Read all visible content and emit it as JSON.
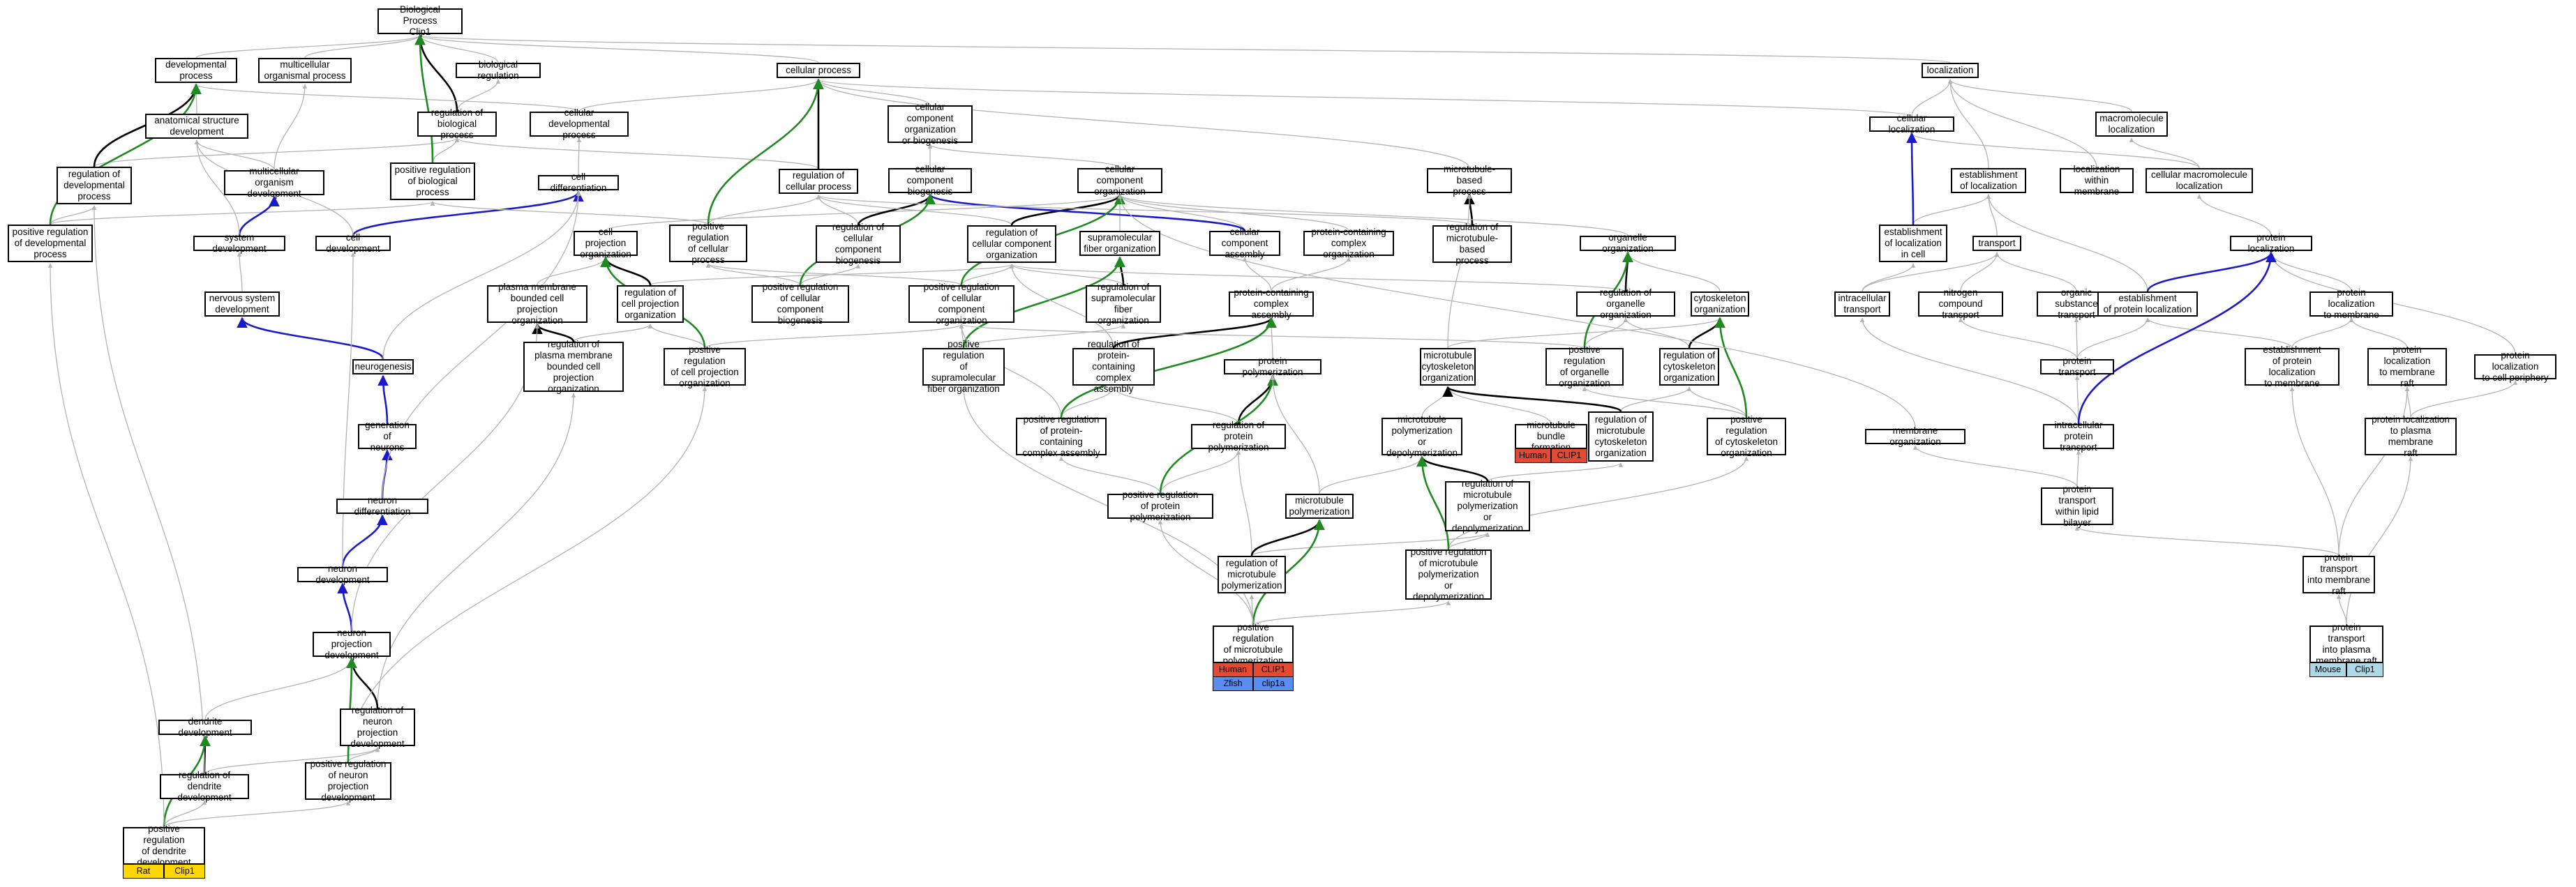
{
  "nodes": [
    {
      "id": "bp",
      "label": "Biological Process\nClip1"
    },
    {
      "id": "dev",
      "label": "developmental\nprocess"
    },
    {
      "id": "mop",
      "label": "multicellular\norganismal process"
    },
    {
      "id": "breg",
      "label": "biological regulation"
    },
    {
      "id": "cp",
      "label": "cellular process"
    },
    {
      "id": "loc",
      "label": "localization"
    },
    {
      "id": "asd",
      "label": "anatomical structure\ndevelopment"
    },
    {
      "id": "rbp",
      "label": "regulation of\nbiological process"
    },
    {
      "id": "cdp",
      "label": "cellular developmental\nprocess"
    },
    {
      "id": "ccob",
      "label": "cellular component\norganization\nor biogenesis"
    },
    {
      "id": "cloc",
      "label": "cellular localization"
    },
    {
      "id": "mml",
      "label": "macromolecule\nlocalization"
    },
    {
      "id": "rdp",
      "label": "regulation of\ndevelopmental\nprocess"
    },
    {
      "id": "mod",
      "label": "multicellular\norganism development"
    },
    {
      "id": "prbp",
      "label": "positive regulation\nof biological\nprocess"
    },
    {
      "id": "cdiff",
      "label": "cell differentiation"
    },
    {
      "id": "rcp",
      "label": "regulation of\ncellular process"
    },
    {
      "id": "ccb",
      "label": "cellular component\nbiogenesis"
    },
    {
      "id": "cco",
      "label": "cellular component\norganization"
    },
    {
      "id": "mtbp",
      "label": "microtubule-based\nprocess"
    },
    {
      "id": "eol",
      "label": "establishment\nof localization"
    },
    {
      "id": "lwm",
      "label": "localization\nwithin membrane"
    },
    {
      "id": "cml",
      "label": "cellular macromolecule\nlocalization"
    },
    {
      "id": "prdp",
      "label": "positive regulation\nof developmental\nprocess"
    },
    {
      "id": "sd",
      "label": "system development"
    },
    {
      "id": "cdev",
      "label": "cell development"
    },
    {
      "id": "cpo",
      "label": "cell projection\norganization"
    },
    {
      "id": "prcp",
      "label": "positive regulation\nof cellular\nprocess"
    },
    {
      "id": "rccb",
      "label": "regulation of\ncellular component\nbiogenesis"
    },
    {
      "id": "rcco",
      "label": "regulation of\ncellular component\norganization"
    },
    {
      "id": "sfo",
      "label": "supramolecular\nfiber organization"
    },
    {
      "id": "cca",
      "label": "cellular component\nassembly"
    },
    {
      "id": "pcco",
      "label": "protein-containing\ncomplex organization"
    },
    {
      "id": "rmtbp",
      "label": "regulation of\nmicrotubule-based\nprocess"
    },
    {
      "id": "oo",
      "label": "organelle organization"
    },
    {
      "id": "eolc",
      "label": "establishment\nof localization\nin cell"
    },
    {
      "id": "trans",
      "label": "transport"
    },
    {
      "id": "ploc",
      "label": "protein localization"
    },
    {
      "id": "nsd",
      "label": "nervous system\ndevelopment"
    },
    {
      "id": "pmbcpo",
      "label": "plasma membrane\nbounded cell\nprojection organization"
    },
    {
      "id": "rcpo",
      "label": "regulation of\ncell projection\norganization"
    },
    {
      "id": "prccb",
      "label": "positive regulation\nof cellular\ncomponent biogenesis"
    },
    {
      "id": "prcco",
      "label": "positive regulation\nof cellular\ncomponent organization"
    },
    {
      "id": "rsfo",
      "label": "regulation of\nsupramolecular\nfiber organization"
    },
    {
      "id": "pcca",
      "label": "protein-containing\ncomplex assembly"
    },
    {
      "id": "roo",
      "label": "regulation of\norganelle organization"
    },
    {
      "id": "cso",
      "label": "cytoskeleton\norganization"
    },
    {
      "id": "ict",
      "label": "intracellular\ntransport"
    },
    {
      "id": "nct",
      "label": "nitrogen compound\ntransport"
    },
    {
      "id": "ost",
      "label": "organic substance\ntransport"
    },
    {
      "id": "epl",
      "label": "establishment\nof protein localization"
    },
    {
      "id": "pltm",
      "label": "protein localization\nto membrane"
    },
    {
      "id": "ng",
      "label": "neurogenesis"
    },
    {
      "id": "rpmbcpo",
      "label": "regulation of\nplasma membrane\nbounded cell\nprojection organization"
    },
    {
      "id": "prcpo",
      "label": "positive regulation\nof cell projection\norganization"
    },
    {
      "id": "prsfo",
      "label": "positive regulation\nof supramolecular\nfiber organization"
    },
    {
      "id": "rpcca",
      "label": "regulation of\nprotein-containing\ncomplex assembly"
    },
    {
      "id": "pp",
      "label": "protein polymerization"
    },
    {
      "id": "mtco",
      "label": "microtubule\ncytoskeleton\norganization"
    },
    {
      "id": "proo",
      "label": "positive regulation\nof organelle\norganization"
    },
    {
      "id": "rcso",
      "label": "regulation of\ncytoskeleton\norganization"
    },
    {
      "id": "pt",
      "label": "protein transport"
    },
    {
      "id": "eplm",
      "label": "establishment\nof protein localization\nto membrane"
    },
    {
      "id": "pltmr",
      "label": "protein localization\nto membrane\nraft"
    },
    {
      "id": "pltcp",
      "label": "protein localization\nto cell periphery"
    },
    {
      "id": "gon",
      "label": "generation of\nneurons"
    },
    {
      "id": "prpcca",
      "label": "positive regulation\nof protein-containing\ncomplex assembly"
    },
    {
      "id": "rpp",
      "label": "regulation of\nprotein polymerization"
    },
    {
      "id": "mtpd",
      "label": "microtubule\npolymerization\nor depolymerization"
    },
    {
      "id": "mtbf",
      "label": "microtubule\nbundle formation"
    },
    {
      "id": "rmtco",
      "label": "regulation of\nmicrotubule\ncytoskeleton\norganization"
    },
    {
      "id": "prcso",
      "label": "positive regulation\nof cytoskeleton\norganization"
    },
    {
      "id": "mo",
      "label": "membrane organization"
    },
    {
      "id": "ipt",
      "label": "intracellular\nprotein transport"
    },
    {
      "id": "pltpmr",
      "label": "protein localization\nto plasma membrane\nraft"
    },
    {
      "id": "nd",
      "label": "neuron differentiation"
    },
    {
      "id": "prpp",
      "label": "positive regulation\nof protein polymerization"
    },
    {
      "id": "mtp",
      "label": "microtubule\npolymerization"
    },
    {
      "id": "rmtpd",
      "label": "regulation of\nmicrotubule\npolymerization\nor depolymerization"
    },
    {
      "id": "ptwlb",
      "label": "protein transport\nwithin lipid\nbilayer"
    },
    {
      "id": "ndev",
      "label": "neuron development"
    },
    {
      "id": "rmtp",
      "label": "regulation of\nmicrotubule\npolymerization"
    },
    {
      "id": "prmtpd",
      "label": "positive regulation\nof microtubule\npolymerization\nor depolymerization"
    },
    {
      "id": "ptimr",
      "label": "protein transport\ninto membrane\nraft"
    },
    {
      "id": "prmtp",
      "label": "positive regulation\nof microtubule\npolymerization"
    },
    {
      "id": "npd",
      "label": "neuron projection\ndevelopment"
    },
    {
      "id": "ptipmr",
      "label": "protein transport\ninto plasma\nmembrane raft"
    },
    {
      "id": "dd",
      "label": "dendrite development"
    },
    {
      "id": "rnpd",
      "label": "regulation of\nneuron projection\ndevelopment"
    },
    {
      "id": "rdd",
      "label": "regulation of\ndendrite development"
    },
    {
      "id": "prnpd",
      "label": "positive regulation\nof neuron projection\ndevelopment"
    },
    {
      "id": "prdd",
      "label": "positive regulation\nof dendrite\ndevelopment"
    }
  ],
  "annotations": [
    {
      "node": "prdd",
      "rows": [
        [
          {
            "text": "Rat",
            "color": "#ffd700"
          },
          {
            "text": "Clip1",
            "color": "#ffd700"
          }
        ]
      ]
    },
    {
      "node": "prmtp",
      "rows": [
        [
          {
            "text": "Human",
            "color": "#e34a33"
          },
          {
            "text": "CLIP1",
            "color": "#e34a33"
          }
        ],
        [
          {
            "text": "Zfish",
            "color": "#5b8def"
          },
          {
            "text": "clip1a",
            "color": "#5b8def"
          }
        ]
      ]
    },
    {
      "node": "mtbf",
      "rows": [
        [
          {
            "text": "Human",
            "color": "#e34a33"
          },
          {
            "text": "CLIP1",
            "color": "#e34a33"
          }
        ]
      ]
    },
    {
      "node": "ptipmr",
      "rows": [
        [
          {
            "text": "Mouse",
            "color": "#add8e6"
          },
          {
            "text": "Clip1",
            "color": "#add8e6"
          }
        ]
      ]
    }
  ],
  "edge_colors": {
    "is_a": "#b3b3b3",
    "regulates": "#000000",
    "positively_regulates": "#1f8a1f",
    "part_of": "#1a1acc"
  },
  "edges": [
    [
      "dev",
      "bp",
      "is_a"
    ],
    [
      "mop",
      "bp",
      "is_a"
    ],
    [
      "breg",
      "bp",
      "is_a"
    ],
    [
      "cp",
      "bp",
      "is_a"
    ],
    [
      "loc",
      "bp",
      "is_a"
    ],
    [
      "asd",
      "dev",
      "is_a"
    ],
    [
      "rbp",
      "breg",
      "is_a"
    ],
    [
      "rbp",
      "bp",
      "regulates"
    ],
    [
      "cdp",
      "dev",
      "is_a"
    ],
    [
      "cdp",
      "cp",
      "is_a"
    ],
    [
      "ccob",
      "cp",
      "is_a"
    ],
    [
      "cloc",
      "loc",
      "is_a"
    ],
    [
      "cloc",
      "cp",
      "is_a"
    ],
    [
      "mml",
      "loc",
      "is_a"
    ],
    [
      "rdp",
      "rbp",
      "is_a"
    ],
    [
      "rdp",
      "dev",
      "regulates"
    ],
    [
      "mod",
      "mop",
      "is_a"
    ],
    [
      "mod",
      "asd",
      "is_a"
    ],
    [
      "prbp",
      "rbp",
      "is_a"
    ],
    [
      "prbp",
      "bp",
      "positively_regulates"
    ],
    [
      "cdiff",
      "cdp",
      "is_a"
    ],
    [
      "rcp",
      "rbp",
      "is_a"
    ],
    [
      "rcp",
      "cp",
      "regulates"
    ],
    [
      "ccb",
      "ccob",
      "is_a"
    ],
    [
      "cco",
      "ccob",
      "is_a"
    ],
    [
      "mtbp",
      "cp",
      "is_a"
    ],
    [
      "eol",
      "loc",
      "is_a"
    ],
    [
      "lwm",
      "loc",
      "is_a"
    ],
    [
      "cml",
      "mml",
      "is_a"
    ],
    [
      "cml",
      "cloc",
      "is_a"
    ],
    [
      "prdp",
      "rdp",
      "is_a"
    ],
    [
      "prdp",
      "prbp",
      "is_a"
    ],
    [
      "prdp",
      "dev",
      "positively_regulates"
    ],
    [
      "sd",
      "mod",
      "part_of"
    ],
    [
      "sd",
      "asd",
      "is_a"
    ],
    [
      "cdev",
      "cdiff",
      "part_of"
    ],
    [
      "cdev",
      "asd",
      "is_a"
    ],
    [
      "cpo",
      "cco",
      "is_a"
    ],
    [
      "prcp",
      "rcp",
      "is_a"
    ],
    [
      "prcp",
      "prbp",
      "is_a"
    ],
    [
      "prcp",
      "cp",
      "positively_regulates"
    ],
    [
      "rccb",
      "rcp",
      "is_a"
    ],
    [
      "rccb",
      "ccb",
      "regulates"
    ],
    [
      "rcco",
      "rcp",
      "is_a"
    ],
    [
      "rcco",
      "cco",
      "regulates"
    ],
    [
      "sfo",
      "cco",
      "is_a"
    ],
    [
      "cca",
      "cco",
      "is_a"
    ],
    [
      "cca",
      "ccb",
      "part_of"
    ],
    [
      "pcco",
      "cco",
      "is_a"
    ],
    [
      "rmtbp",
      "rcp",
      "is_a"
    ],
    [
      "rmtbp",
      "mtbp",
      "regulates"
    ],
    [
      "oo",
      "cco",
      "is_a"
    ],
    [
      "eolc",
      "eol",
      "is_a"
    ],
    [
      "eolc",
      "cloc",
      "part_of"
    ],
    [
      "trans",
      "eol",
      "is_a"
    ],
    [
      "ploc",
      "cml",
      "is_a"
    ],
    [
      "nsd",
      "sd",
      "is_a"
    ],
    [
      "pmbcpo",
      "cpo",
      "is_a"
    ],
    [
      "rcpo",
      "rcco",
      "is_a"
    ],
    [
      "rcpo",
      "cpo",
      "regulates"
    ],
    [
      "prccb",
      "rccb",
      "is_a"
    ],
    [
      "prccb",
      "prcp",
      "is_a"
    ],
    [
      "prccb",
      "ccb",
      "positively_regulates"
    ],
    [
      "prcco",
      "rcco",
      "is_a"
    ],
    [
      "prcco",
      "prcp",
      "is_a"
    ],
    [
      "prcco",
      "cco",
      "positively_regulates"
    ],
    [
      "rsfo",
      "rcco",
      "is_a"
    ],
    [
      "rsfo",
      "sfo",
      "regulates"
    ],
    [
      "pcca",
      "cca",
      "is_a"
    ],
    [
      "pcca",
      "pcco",
      "is_a"
    ],
    [
      "roo",
      "rcco",
      "is_a"
    ],
    [
      "roo",
      "oo",
      "regulates"
    ],
    [
      "cso",
      "oo",
      "is_a"
    ],
    [
      "ict",
      "trans",
      "is_a"
    ],
    [
      "ict",
      "eolc",
      "is_a"
    ],
    [
      "nct",
      "trans",
      "is_a"
    ],
    [
      "ost",
      "trans",
      "is_a"
    ],
    [
      "epl",
      "eol",
      "is_a"
    ],
    [
      "epl",
      "ploc",
      "part_of"
    ],
    [
      "pltm",
      "ploc",
      "is_a"
    ],
    [
      "ng",
      "nsd",
      "part_of"
    ],
    [
      "ng",
      "cdiff",
      "is_a"
    ],
    [
      "rpmbcpo",
      "rcpo",
      "is_a"
    ],
    [
      "rpmbcpo",
      "pmbcpo",
      "regulates"
    ],
    [
      "prcpo",
      "rcpo",
      "is_a"
    ],
    [
      "prcpo",
      "prcco",
      "is_a"
    ],
    [
      "prcpo",
      "cpo",
      "positively_regulates"
    ],
    [
      "prsfo",
      "rsfo",
      "is_a"
    ],
    [
      "prsfo",
      "prcco",
      "is_a"
    ],
    [
      "prsfo",
      "sfo",
      "positively_regulates"
    ],
    [
      "rpcca",
      "rcco",
      "is_a"
    ],
    [
      "rpcca",
      "pcca",
      "regulates"
    ],
    [
      "pp",
      "pcca",
      "is_a"
    ],
    [
      "mtco",
      "cso",
      "is_a"
    ],
    [
      "mtco",
      "mtbp",
      "is_a"
    ],
    [
      "proo",
      "roo",
      "is_a"
    ],
    [
      "proo",
      "prcco",
      "is_a"
    ],
    [
      "proo",
      "oo",
      "positively_regulates"
    ],
    [
      "rcso",
      "roo",
      "is_a"
    ],
    [
      "rcso",
      "cso",
      "regulates"
    ],
    [
      "pt",
      "nct",
      "is_a"
    ],
    [
      "pt",
      "ost",
      "is_a"
    ],
    [
      "pt",
      "epl",
      "is_a"
    ],
    [
      "eplm",
      "epl",
      "is_a"
    ],
    [
      "eplm",
      "pltm",
      "is_a"
    ],
    [
      "pltmr",
      "pltm",
      "is_a"
    ],
    [
      "pltcp",
      "ploc",
      "is_a"
    ],
    [
      "gon",
      "ng",
      "part_of"
    ],
    [
      "prpcca",
      "rpcca",
      "is_a"
    ],
    [
      "prpcca",
      "prcco",
      "is_a"
    ],
    [
      "prpcca",
      "pcca",
      "positively_regulates"
    ],
    [
      "rpp",
      "rpcca",
      "is_a"
    ],
    [
      "rpp",
      "pp",
      "regulates"
    ],
    [
      "mtpd",
      "mtco",
      "is_a"
    ],
    [
      "mtbf",
      "mtco",
      "is_a"
    ],
    [
      "rmtco",
      "rcso",
      "is_a"
    ],
    [
      "rmtco",
      "mtco",
      "regulates"
    ],
    [
      "prcso",
      "rcso",
      "is_a"
    ],
    [
      "prcso",
      "proo",
      "is_a"
    ],
    [
      "prcso",
      "cso",
      "positively_regulates"
    ],
    [
      "mo",
      "cco",
      "is_a"
    ],
    [
      "ipt",
      "ict",
      "is_a"
    ],
    [
      "ipt",
      "pt",
      "is_a"
    ],
    [
      "ipt",
      "ploc",
      "part_of"
    ],
    [
      "pltpmr",
      "pltmr",
      "is_a"
    ],
    [
      "pltpmr",
      "pltcp",
      "is_a"
    ],
    [
      "nd",
      "gon",
      "part_of"
    ],
    [
      "nd",
      "cdiff",
      "is_a"
    ],
    [
      "prpp",
      "rpp",
      "is_a"
    ],
    [
      "prpp",
      "prpcca",
      "is_a"
    ],
    [
      "prpp",
      "pp",
      "positively_regulates"
    ],
    [
      "mtp",
      "pp",
      "is_a"
    ],
    [
      "mtp",
      "mtpd",
      "is_a"
    ],
    [
      "rmtpd",
      "rmtco",
      "is_a"
    ],
    [
      "rmtpd",
      "mtpd",
      "regulates"
    ],
    [
      "ptwlb",
      "mo",
      "is_a"
    ],
    [
      "ptwlb",
      "ipt",
      "is_a"
    ],
    [
      "ndev",
      "nd",
      "part_of"
    ],
    [
      "ndev",
      "cdev",
      "is_a"
    ],
    [
      "rmtp",
      "rpp",
      "is_a"
    ],
    [
      "rmtp",
      "rmtpd",
      "is_a"
    ],
    [
      "rmtp",
      "mtp",
      "regulates"
    ],
    [
      "prmtpd",
      "rmtpd",
      "is_a"
    ],
    [
      "prmtpd",
      "prcso",
      "is_a"
    ],
    [
      "prmtpd",
      "mtpd",
      "positively_regulates"
    ],
    [
      "ptimr",
      "ptwlb",
      "is_a"
    ],
    [
      "ptimr",
      "eplm",
      "is_a"
    ],
    [
      "ptimr",
      "pltmr",
      "is_a"
    ],
    [
      "prmtp",
      "rmtp",
      "is_a"
    ],
    [
      "prmtp",
      "prpp",
      "is_a"
    ],
    [
      "prmtp",
      "prmtpd",
      "is_a"
    ],
    [
      "prmtp",
      "mtp",
      "positively_regulates"
    ],
    [
      "prmtp",
      "prsfo",
      "is_a"
    ],
    [
      "npd",
      "ndev",
      "part_of"
    ],
    [
      "npd",
      "pmbcpo",
      "is_a"
    ],
    [
      "ptipmr",
      "ptimr",
      "is_a"
    ],
    [
      "ptipmr",
      "pltpmr",
      "is_a"
    ],
    [
      "dd",
      "npd",
      "is_a"
    ],
    [
      "rnpd",
      "rpmbcpo",
      "is_a"
    ],
    [
      "rnpd",
      "npd",
      "regulates"
    ],
    [
      "rdd",
      "rnpd",
      "is_a"
    ],
    [
      "rdd",
      "dd",
      "regulates"
    ],
    [
      "rdd",
      "rdp",
      "is_a"
    ],
    [
      "prnpd",
      "rnpd",
      "is_a"
    ],
    [
      "prnpd",
      "prcpo",
      "is_a"
    ],
    [
      "prnpd",
      "npd",
      "positively_regulates"
    ],
    [
      "prdd",
      "rdd",
      "is_a"
    ],
    [
      "prdd",
      "prnpd",
      "is_a"
    ],
    [
      "prdd",
      "dd",
      "positively_regulates"
    ],
    [
      "prdd",
      "prdp",
      "is_a"
    ]
  ]
}
